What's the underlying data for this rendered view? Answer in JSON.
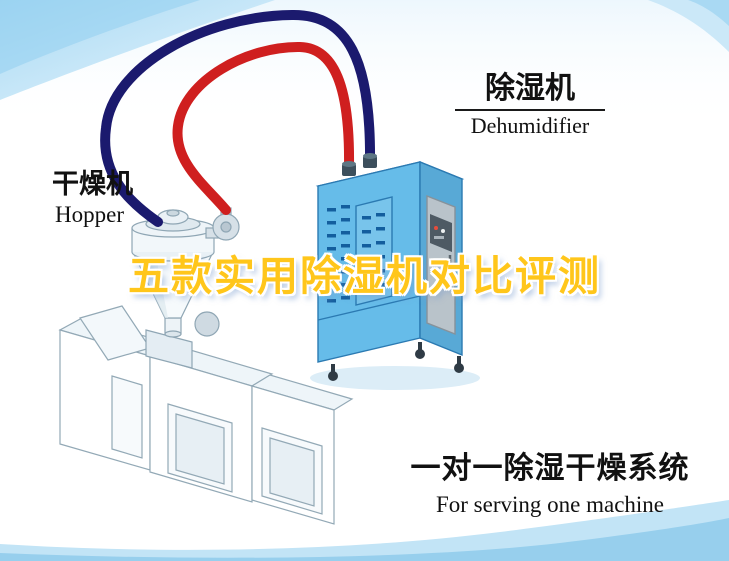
{
  "title": {
    "text": "五款实用除湿机对比评测",
    "color": "#ffc61b"
  },
  "hopper": {
    "label_cn": "干燥机",
    "label_en": "Hopper"
  },
  "dehumidifier": {
    "label_cn": "除湿机",
    "label_en": "Dehumidifier"
  },
  "system": {
    "label_cn": "一对一除湿干燥系统",
    "label_en": "For serving one machine"
  },
  "colors": {
    "hose_red": "#cf1f1f",
    "hose_blue": "#1b1a6e",
    "cabinet_blue": "#66bce9",
    "cabinet_side_blue": "#58a9d6",
    "cabinet_top_blue": "#b7e2f6",
    "vent_blue": "#135e9e",
    "swoosh_blue": "#bfe2f5",
    "title_gold": "#ffc61b",
    "text_black": "#111111"
  }
}
